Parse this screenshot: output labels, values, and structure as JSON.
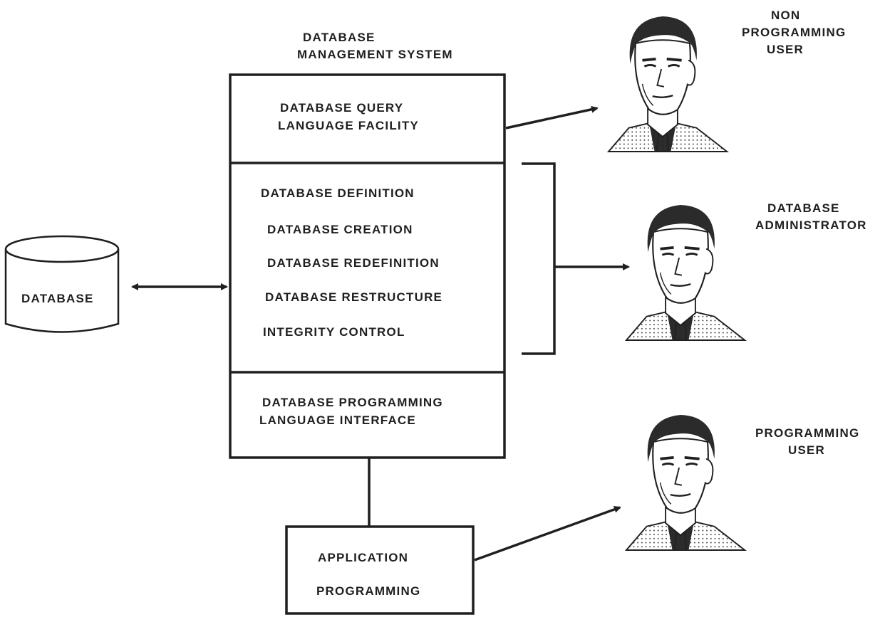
{
  "diagram": {
    "dbms_title_line1": "DATABASE",
    "dbms_title_line2": "MANAGEMENT SYSTEM",
    "query_facility_line1": "DATABASE QUERY",
    "query_facility_line2": "LANGUAGE FACILITY",
    "admin_functions": [
      "DATABASE DEFINITION",
      "DATABASE CREATION",
      "DATABASE REDEFINITION",
      "DATABASE RESTRUCTURE",
      "INTEGRITY CONTROL"
    ],
    "programming_interface_line1": "DATABASE PROGRAMMING",
    "programming_interface_line2": "LANGUAGE INTERFACE",
    "database_label": "DATABASE",
    "application_line1": "APPLICATION",
    "application_line2": "PROGRAMMING",
    "non_programming_user_line1": "NON",
    "non_programming_user_line2": "PROGRAMMING",
    "non_programming_user_line3": "USER",
    "dba_line1": "DATABASE",
    "dba_line2": "ADMINISTRATOR",
    "programming_user_line1": "PROGRAMMING",
    "programming_user_line2": "USER"
  },
  "colors": {
    "ink": "#1f1f1f",
    "background": "#ffffff",
    "skin": "#ffffff",
    "hair": "#2b2b2b"
  },
  "icons": [
    "person-portrait-icon",
    "database-cylinder-icon",
    "arrow-icon"
  ]
}
